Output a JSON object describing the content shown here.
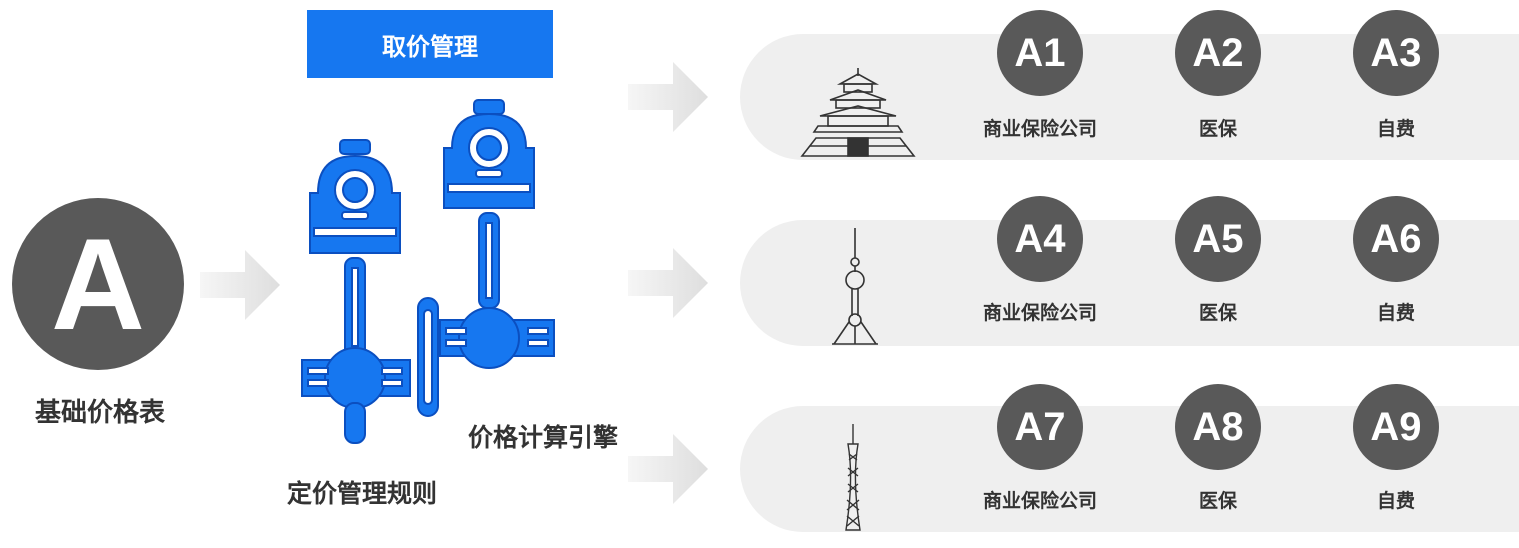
{
  "source": {
    "letter": "A",
    "label": "基础价格表"
  },
  "header": {
    "label": "取价管理"
  },
  "engines": {
    "rules_label": "定价管理规则",
    "engine_label": "价格计算引擎"
  },
  "colors": {
    "accent": "#1677f0",
    "badge": "#595959",
    "pill": "#efefef",
    "arrow": "#e3e3e3"
  },
  "rows": [
    {
      "landmark": "temple-of-heaven-icon",
      "items": [
        {
          "code": "A1",
          "label": "商业保险公司"
        },
        {
          "code": "A2",
          "label": "医保"
        },
        {
          "code": "A3",
          "label": "自费"
        }
      ]
    },
    {
      "landmark": "oriental-pearl-tower-icon",
      "items": [
        {
          "code": "A4",
          "label": "商业保险公司"
        },
        {
          "code": "A5",
          "label": "医保"
        },
        {
          "code": "A6",
          "label": "自费"
        }
      ]
    },
    {
      "landmark": "canton-tower-icon",
      "items": [
        {
          "code": "A7",
          "label": "商业保险公司"
        },
        {
          "code": "A8",
          "label": "医保"
        },
        {
          "code": "A9",
          "label": "自费"
        }
      ]
    }
  ]
}
